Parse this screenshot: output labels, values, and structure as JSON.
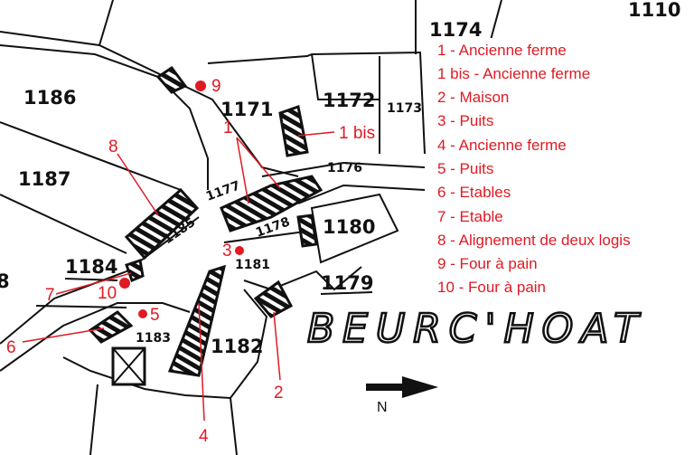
{
  "map": {
    "place_name": "BEURC'HOAT",
    "north_label": "N",
    "parcels": [
      "1110",
      "1174",
      "1171",
      "1172",
      "1173",
      "1186",
      "1187",
      "1177",
      "1176",
      "1185",
      "1178",
      "1180",
      "1181",
      "1184",
      "1179",
      "1183",
      "1182",
      "8"
    ],
    "markers": [
      "1",
      "1 bis",
      "2",
      "3",
      "4",
      "5",
      "6",
      "7",
      "8",
      "9",
      "10"
    ]
  },
  "legend": [
    "1 - Ancienne ferme",
    "1 bis - Ancienne ferme",
    "2 - Maison",
    "3 - Puits",
    "4 - Ancienne ferme",
    "5 - Puits",
    "6 - Etables",
    "7 - Etable",
    "8 - Alignement de deux logis",
    "9 - Four à pain",
    "10 - Four à pain"
  ],
  "colors": {
    "annotation": "#e01a22",
    "ink": "#111111"
  }
}
